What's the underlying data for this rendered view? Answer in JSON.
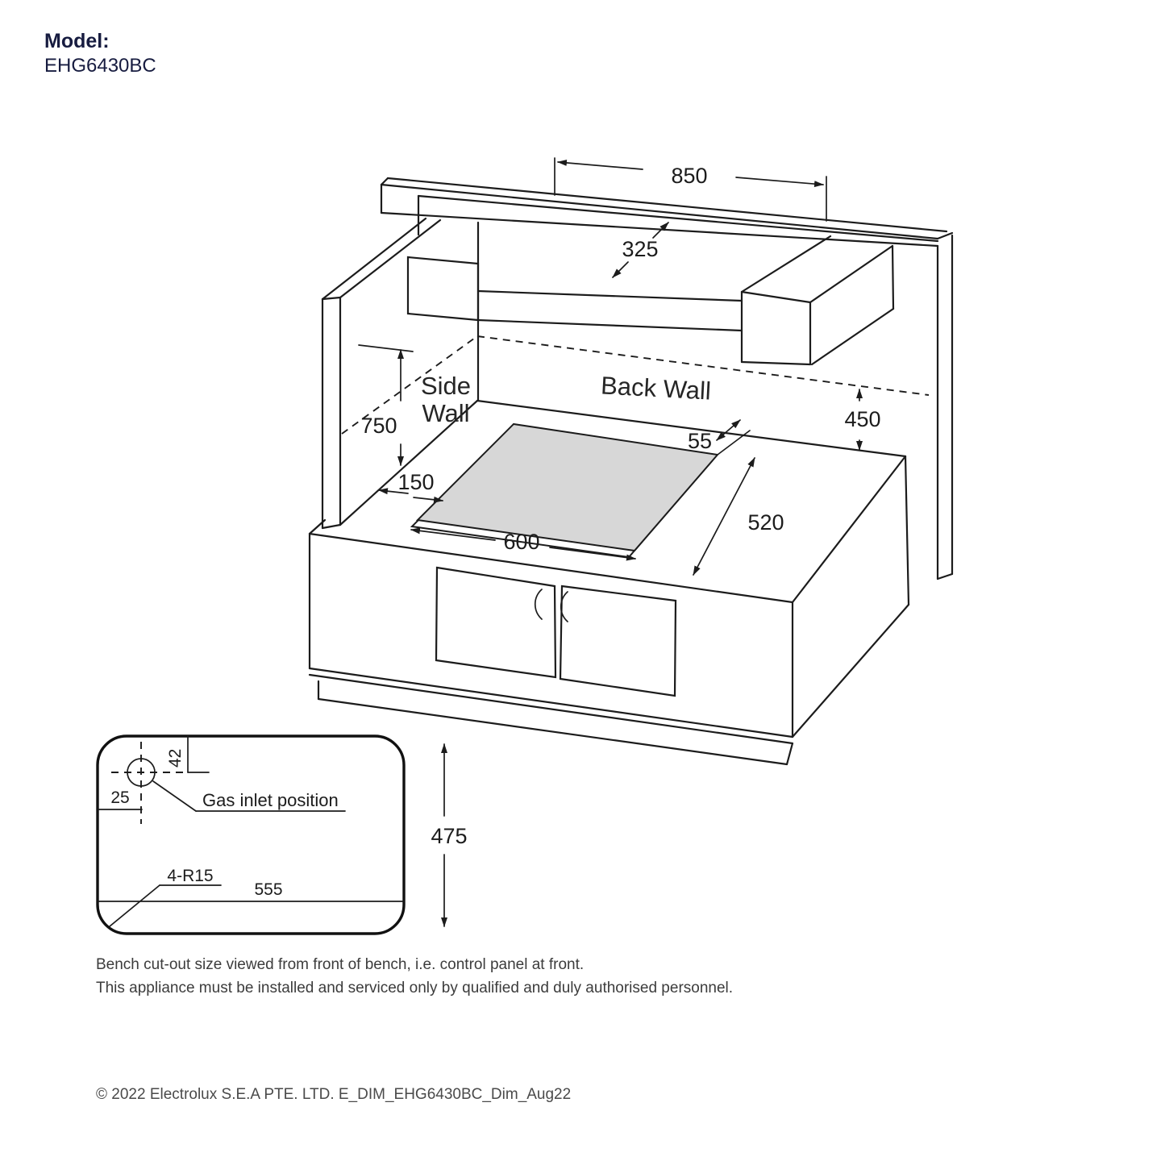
{
  "header": {
    "model_label": "Model:",
    "model_number": "EHG6430BC"
  },
  "iso": {
    "back_wall": "Back Wall",
    "side_wall_1": "Side",
    "side_wall_2": "Wall",
    "dim_850": "850",
    "dim_325": "325",
    "dim_750": "750",
    "dim_450": "450",
    "dim_150": "150",
    "dim_55": "55",
    "dim_520": "520",
    "dim_600": "600"
  },
  "cutout": {
    "dim_42": "42",
    "dim_25": "25",
    "dim_555": "555",
    "dim_475": "475",
    "radius": "4-R15",
    "gas_label": "Gas inlet position"
  },
  "notes": {
    "note1": "Bench cut-out size viewed from front of bench, i.e. control panel at front.",
    "note2": "This appliance must be installed and serviced only by qualified and duly authorised personnel."
  },
  "footer": {
    "copyright": "© 2022 Electrolux S.E.A PTE. LTD. E_DIM_EHG6430BC_Dim_Aug22"
  }
}
